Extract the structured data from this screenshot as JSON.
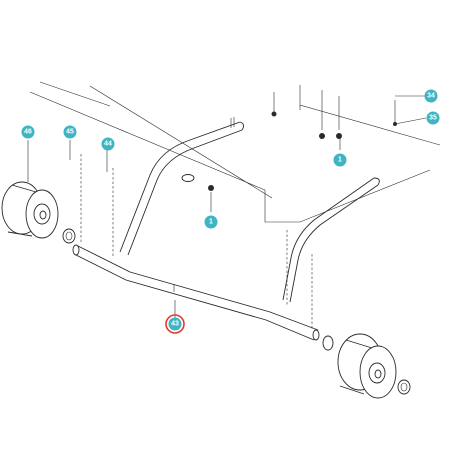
{
  "callouts": [
    {
      "id": "c46",
      "label": "46",
      "color": "#3fb5c3",
      "highlight": false
    },
    {
      "id": "c45",
      "label": "45",
      "color": "#3fb5c3",
      "highlight": false
    },
    {
      "id": "c44",
      "label": "44",
      "color": "#3fb5c3",
      "highlight": false
    },
    {
      "id": "c34",
      "label": "34",
      "color": "#3fb5c3",
      "highlight": false
    },
    {
      "id": "c35",
      "label": "35",
      "color": "#3fb5c3",
      "highlight": false
    },
    {
      "id": "c1a",
      "label": "1",
      "color": "#3fb5c3",
      "highlight": false
    },
    {
      "id": "c1b",
      "label": "1",
      "color": "#3fb5c3",
      "highlight": false
    },
    {
      "id": "c43",
      "label": "43",
      "color": "#3fb5c3",
      "highlight": true,
      "ring_color": "#e03a2f"
    }
  ]
}
